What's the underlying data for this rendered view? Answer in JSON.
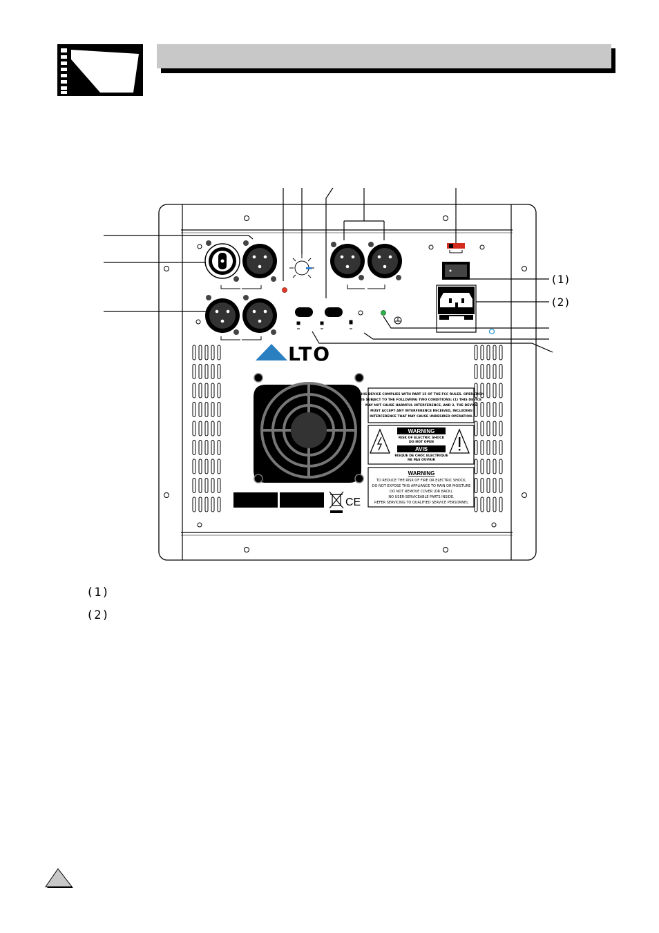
{
  "page": {
    "section_title": ""
  },
  "panel": {
    "brand": "LTO",
    "callouts": [
      "(1)",
      "(2)"
    ],
    "fcc_notice": [
      "THIS DEVICE COMPLIES WITH PART 15 OF THE FCC RULES. OPERATION",
      "IS SUBJECT TO THE FOLLOWING TWO CONDITIONS: (1) THIS DEVICE",
      "MAY NOT CAUSE HARMFUL INTERFERENCE, AND 2, THE DEVICE",
      "MUST ACCEPT ANY INTERFERENCE RECEIVED, INCLUDING",
      "INTERFERENCE THAT MAY CAUSE UNDESIRED OPERATION."
    ],
    "warning_label": {
      "warning_title": "WARNING",
      "warning_line1": "RISK OF ELECTRIC SHOCK",
      "warning_line2": "DO NOT OPEN",
      "avis_title": "AVIS",
      "avis_line1": "RISQUE DE CHOC ELECTRIQUE",
      "avis_line2": "NE PAS OUVRIR"
    },
    "warning_text": {
      "title": "WARNING",
      "lines": [
        "TO REDUCE THE RISK OF FIRE OR ELECTRIC SHOCK,",
        "DO NOT EXPOSE THIS APPLIANCE TO RAIN OR MOISTURE",
        "DO NOT REMOVE COVER (OR BACK).",
        "NO USER-SERVICEABLE PARTS INSIDE.",
        "REFER SERVICING TO QUALIFIED SERVICE PERSONNEL"
      ]
    },
    "ce_mark": "CE"
  },
  "items": [
    {
      "num": "(1)",
      "text": ""
    },
    {
      "num": "(2)",
      "text": ""
    }
  ]
}
